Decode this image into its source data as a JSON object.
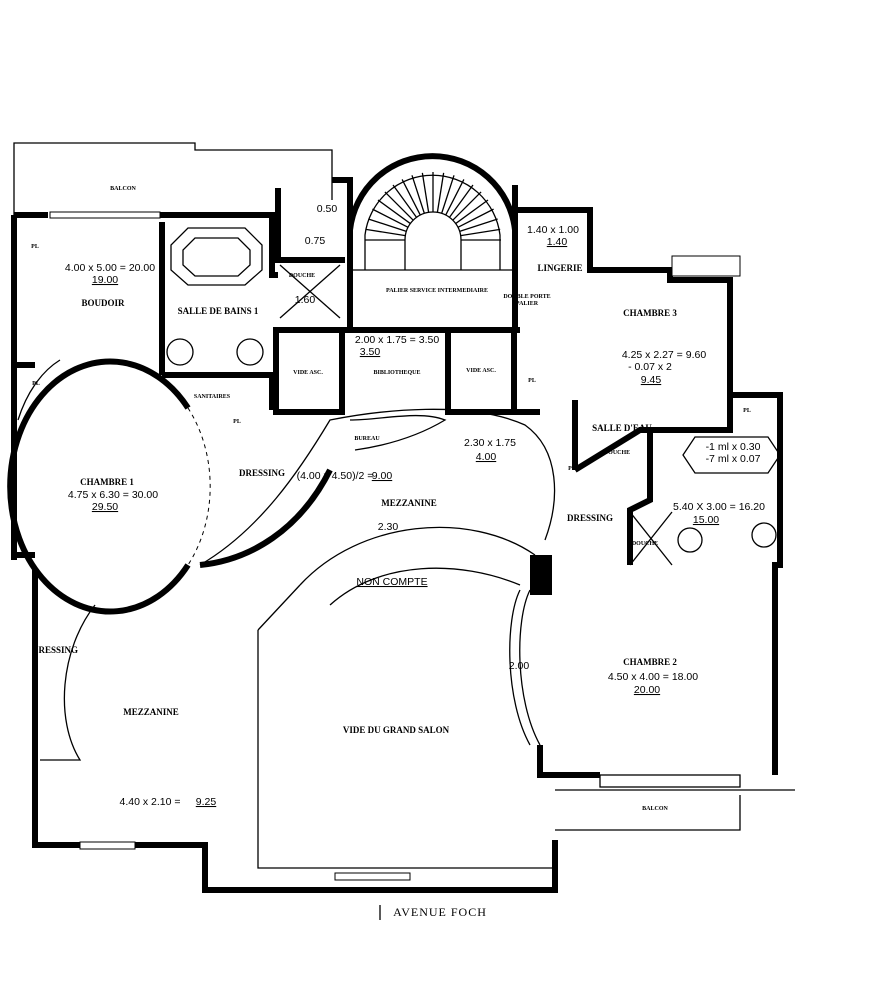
{
  "plan": {
    "street": "AVENUE FOCH",
    "balcony_top": "BALCON",
    "balcony_bottom": "BALCON",
    "rooms": {
      "boudoir": {
        "name": "BOUDOIR",
        "dims": "4.00 x 5.00 = 20.00",
        "area": "19.00"
      },
      "bath1": {
        "name": "SALLE DE BAINS 1"
      },
      "shower1": {
        "name": "DOUCHE",
        "area": "1.60"
      },
      "small_a": "0.50",
      "small_b": "0.75",
      "lingerie": {
        "name": "LINGERIE",
        "dims": "1.40 x 1.00",
        "area": "1.40"
      },
      "landing": {
        "name": "PALIER SERVICE INTERMEDIAIRE"
      },
      "double_door": {
        "line1": "DOUBLE PORTE",
        "line2": "PALIER"
      },
      "library": {
        "name": "BIBLIOTHEQUE",
        "dims": "2.00 x 1.75 = 3.50",
        "area": "3.50"
      },
      "lift_void_1": "VIDE ASC.",
      "lift_void_2": "VIDE ASC.",
      "chambre3": {
        "name": "CHAMBRE 3",
        "dims": "4.25 x 2.27 = 9.60",
        "deduct": "- 0.07 x 2",
        "area": "9.45"
      },
      "sanitaires": "SANITAIRES",
      "bureau": "BUREAU",
      "bureau_dims": {
        "dims": "2.30 x 1.75",
        "area": "4.00"
      },
      "salle_eau": "SALLE D'EAU",
      "douche2": "DOUCHE",
      "douche3": "DOUCHE",
      "deduct_lines": {
        "line1": "-1 ml x 0.30",
        "line2": "-7 ml x 0.07"
      },
      "bath2": {
        "dims": "5.40 X 3.00 = 16.20",
        "area": "15.00"
      },
      "dressing_right": "DRESSING",
      "chambre1": {
        "name": "CHAMBRE 1",
        "dims": "4.75 x 6.30 = 30.00",
        "area": "29.50"
      },
      "dressing_center": "DRESSING",
      "dressing_center_dims": {
        "formula": "(4.00 x 4.50)/2 = ",
        "area": "9.00"
      },
      "mezzanine_center": {
        "name": "MEZZANINE",
        "value": "2.30"
      },
      "non_compte": "NON COMPTE",
      "bay_width": "2.00",
      "chambre2": {
        "name": "CHAMBRE 2",
        "dims": "4.50 x 4.00 = 18.00",
        "area": "20.00"
      },
      "dressing_left": "DRESSING",
      "mezzanine_left": {
        "name": "MEZZANINE",
        "dims": "4.40 x 2.10 = ",
        "area": "9.25"
      },
      "grand_salon_void": "VIDE DU GRAND SALON"
    },
    "closets": [
      "PL",
      "PL",
      "PL",
      "PL",
      "PL",
      "PL"
    ]
  }
}
